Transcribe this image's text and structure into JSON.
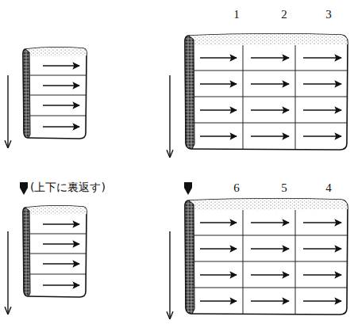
{
  "diagram": {
    "labels": [
      "1",
      "2",
      "3",
      "(上下に裏返す)",
      "6",
      "5",
      "4"
    ]
  }
}
